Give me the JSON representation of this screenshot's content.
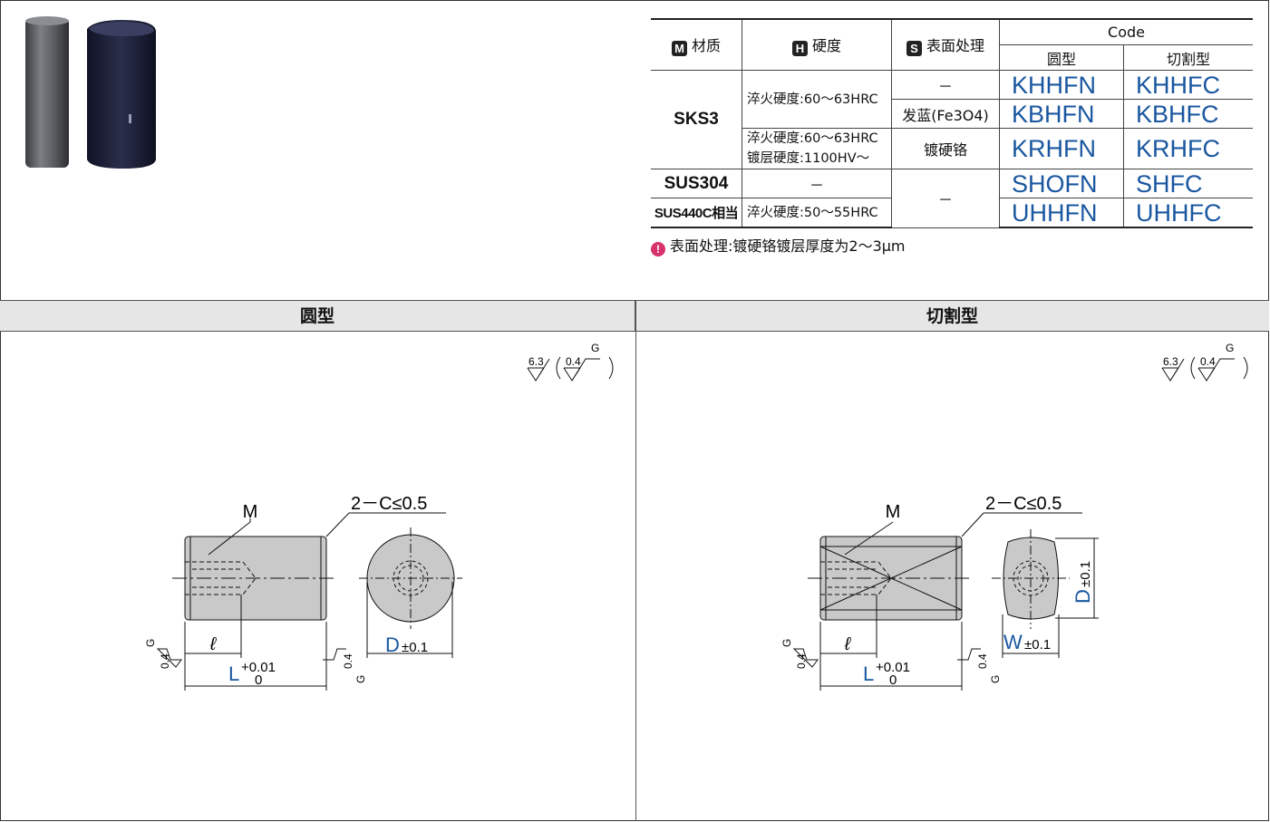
{
  "products": [
    "round pin photo",
    "cut pin photo"
  ],
  "table": {
    "headers": {
      "material": {
        "badge": "M",
        "label": "材质"
      },
      "hardness": {
        "badge": "H",
        "label": "硬度"
      },
      "surface": {
        "badge": "S",
        "label": "表面处理"
      },
      "code": "Code",
      "code_round": "圆型",
      "code_cut": "切割型"
    },
    "rows": [
      {
        "material": "SKS3",
        "hardness": "淬火硬度:60～63HRC",
        "surface": "－",
        "code_round": "KHHFN",
        "code_cut": "KHHFC"
      },
      {
        "material": "",
        "hardness": "",
        "surface": "发蓝(Fe3O4)",
        "code_round": "KBHFN",
        "code_cut": "KBHFC"
      },
      {
        "material": "",
        "hardness": "淬火硬度:60～63HRC",
        "hardness2": "镀层硬度:1100HV～",
        "surface": "镀硬铬",
        "code_round": "KRHFN",
        "code_cut": "KRHFC"
      },
      {
        "material": "SUS304",
        "hardness": "－",
        "surface": "－",
        "code_round": "SHOFN",
        "code_cut": "SHFC"
      },
      {
        "material": "SUS440C相当",
        "hardness": "淬火硬度:50～55HRC",
        "surface": "",
        "code_round": "UHHFN",
        "code_cut": "UHHFC"
      }
    ]
  },
  "note": {
    "icon": "!",
    "text": "表面处理:镀硬铬镀层厚度为2～3μm"
  },
  "sections": {
    "left": "圆型",
    "right": "切割型"
  },
  "drawing": {
    "roughness_main": "6.3",
    "roughness_sub": "0.4",
    "grind": "G",
    "label_m": "M",
    "chamfer": "2－C≤0.5",
    "dim_l": "ℓ",
    "dim_L": "L",
    "tol_L_upper": "+0.01",
    "tol_L_lower": "0",
    "dim_D": "D",
    "tol_D": "±0.1",
    "dim_W": "W",
    "tol_W": "±0.1"
  },
  "colors": {
    "accent": "#1a57a0",
    "band": "#e6e6e6",
    "note_pin": "#d6336c"
  }
}
